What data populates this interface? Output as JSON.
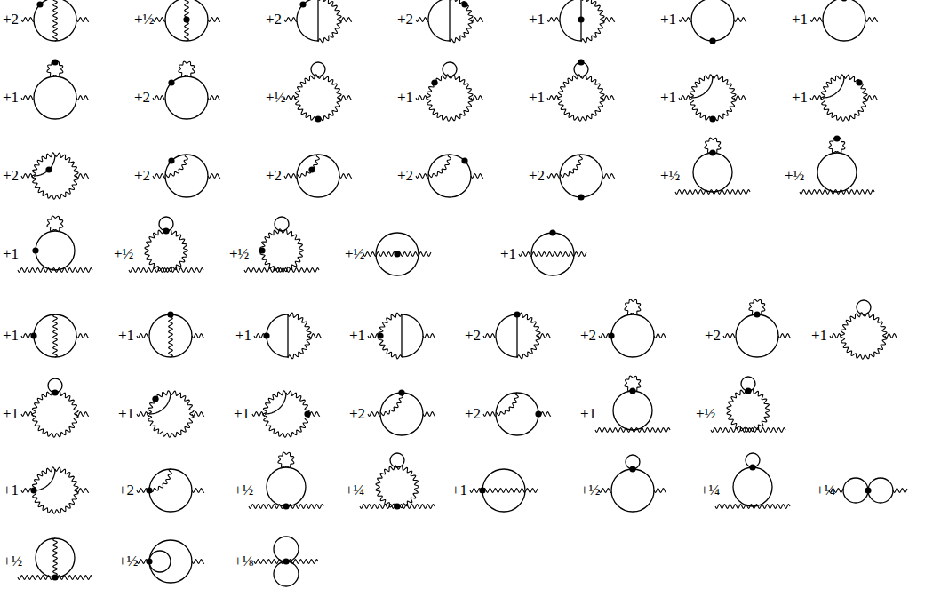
{
  "diagram": {
    "labels": [
      "+2",
      "+½",
      "+2",
      "+2",
      "+1",
      "+1",
      "+1",
      "+1",
      "+2",
      "+½",
      "+1",
      "+1",
      "+1",
      "+1",
      "+2",
      "+2",
      "+2",
      "+2",
      "+2",
      "+½",
      "+½",
      "+1",
      "+½",
      "+½",
      "+½",
      "+1",
      "+1",
      "+1",
      "+1",
      "+1",
      "+2",
      "+2",
      "+2",
      "+1",
      "+1",
      "+1",
      "+1",
      "+2",
      "+2",
      "+1",
      "+½",
      "+1",
      "+2",
      "+½",
      "+¼",
      "+1",
      "+½",
      "+¼",
      "+¼",
      "+½",
      "+½",
      "+⅛"
    ]
  }
}
